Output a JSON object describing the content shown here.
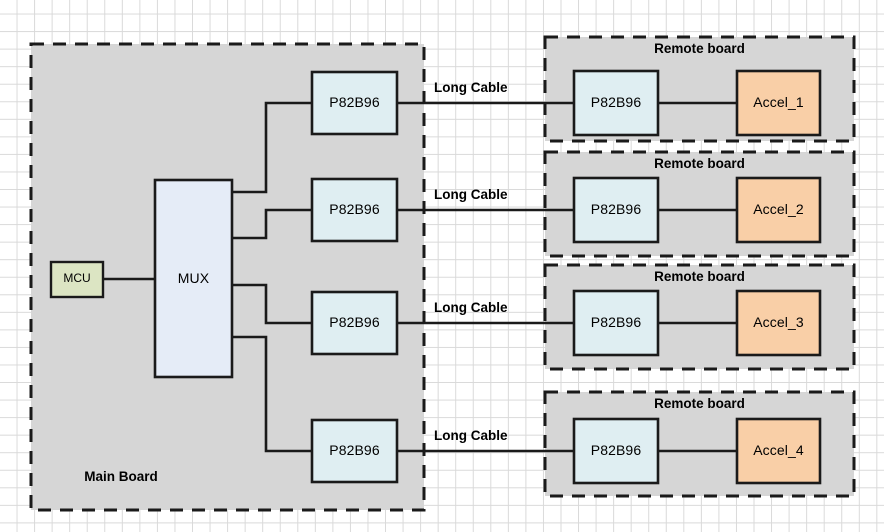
{
  "diagram": {
    "title_main_board": "Main Board",
    "colors": {
      "board_fill": "#d6d6d6",
      "board_border": "#1a1a1a",
      "chip_fill": "#dfeef2",
      "chip_border": "#1a1a1a",
      "mux_fill": "#e5ecf7",
      "mcu_fill": "#dce5c3",
      "accel_fill": "#f9cfa7",
      "wire": "#1a1a1a",
      "grid": "#d9d9d9",
      "page_bg": "#ffffff",
      "text": "#000000"
    },
    "main_board": {
      "label": "Main Board",
      "mcu": {
        "label": "MCU"
      },
      "mux": {
        "label": "MUX"
      },
      "bridges": [
        {
          "label": "P82B96"
        },
        {
          "label": "P82B96"
        },
        {
          "label": "P82B96"
        },
        {
          "label": "P82B96"
        }
      ]
    },
    "cables": [
      {
        "label": "Long Cable"
      },
      {
        "label": "Long Cable"
      },
      {
        "label": "Long Cable"
      },
      {
        "label": "Long Cable"
      }
    ],
    "remote_boards": [
      {
        "label": "Remote board",
        "bridge": "P82B96",
        "accel": "Accel_1"
      },
      {
        "label": "Remote board",
        "bridge": "P82B96",
        "accel": "Accel_2"
      },
      {
        "label": "Remote board",
        "bridge": "P82B96",
        "accel": "Accel_3"
      },
      {
        "label": "Remote board",
        "bridge": "P82B96",
        "accel": "Accel_4"
      }
    ]
  }
}
